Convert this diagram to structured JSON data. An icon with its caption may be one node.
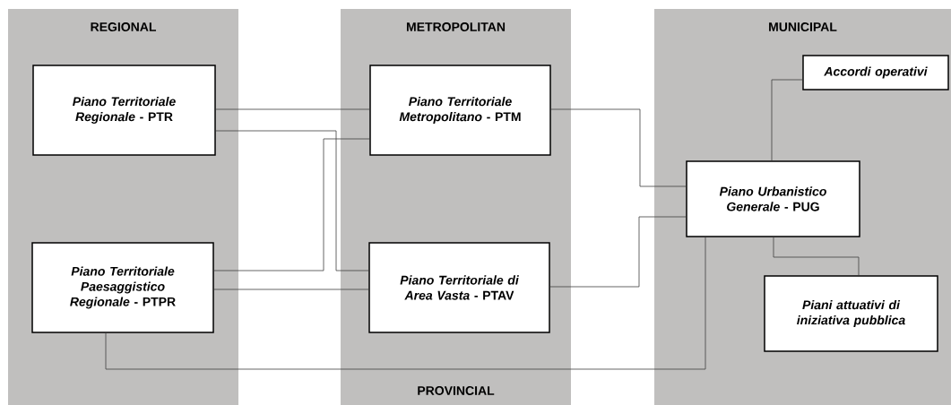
{
  "diagram": {
    "nodes": [
      {
        "text": [
          "REGIONAL"
        ]
      },
      {
        "text": [
          "*Piano Territoriale Regionale* - PTR"
        ],
        "in": 0
      },
      {
        "text": [
          "*Piano Territoriale Paesaggistico Regionale* - PTPR"
        ],
        "in": 0
      },
      {
        "text": [
          "METROPOLITAN",
          "PROVINCIAL"
        ]
      },
      {
        "text": [
          "*Piano Territoriale Metropolitano* - PTM"
        ],
        "in": 3
      },
      {
        "text": [
          "*Piano Territoriale di Area Vasta* - PTAV"
        ],
        "in": 3
      },
      {
        "text": [
          "MUNICIPAL"
        ]
      },
      {
        "text": [
          "Accordi operativi"
        ],
        "in": 6
      },
      {
        "text": [
          "*Piano Urbanistico Generale* - PUG"
        ],
        "in": 6
      },
      {
        "text": [
          "Piani attuativi di iniziativa pubblica"
        ],
        "in": 6
      }
    ],
    "edges": [
      {
        "from": 1,
        "to": 4,
        "arrow": "none"
      },
      {
        "from": 1,
        "to": 5,
        "arrow": "none"
      },
      {
        "from": 2,
        "to": 4,
        "arrow": "none"
      },
      {
        "from": 2,
        "to": 5,
        "arrow": "none"
      },
      {
        "from": 4,
        "to": 8,
        "arrow": "none"
      },
      {
        "from": 5,
        "to": 8,
        "arrow": "none"
      },
      {
        "from": 2,
        "to": 8,
        "arrow": "none"
      },
      {
        "from": 8,
        "to": 7,
        "arrow": "none"
      },
      {
        "from": 8,
        "to": 9,
        "arrow": "none"
      }
    ]
  }
}
